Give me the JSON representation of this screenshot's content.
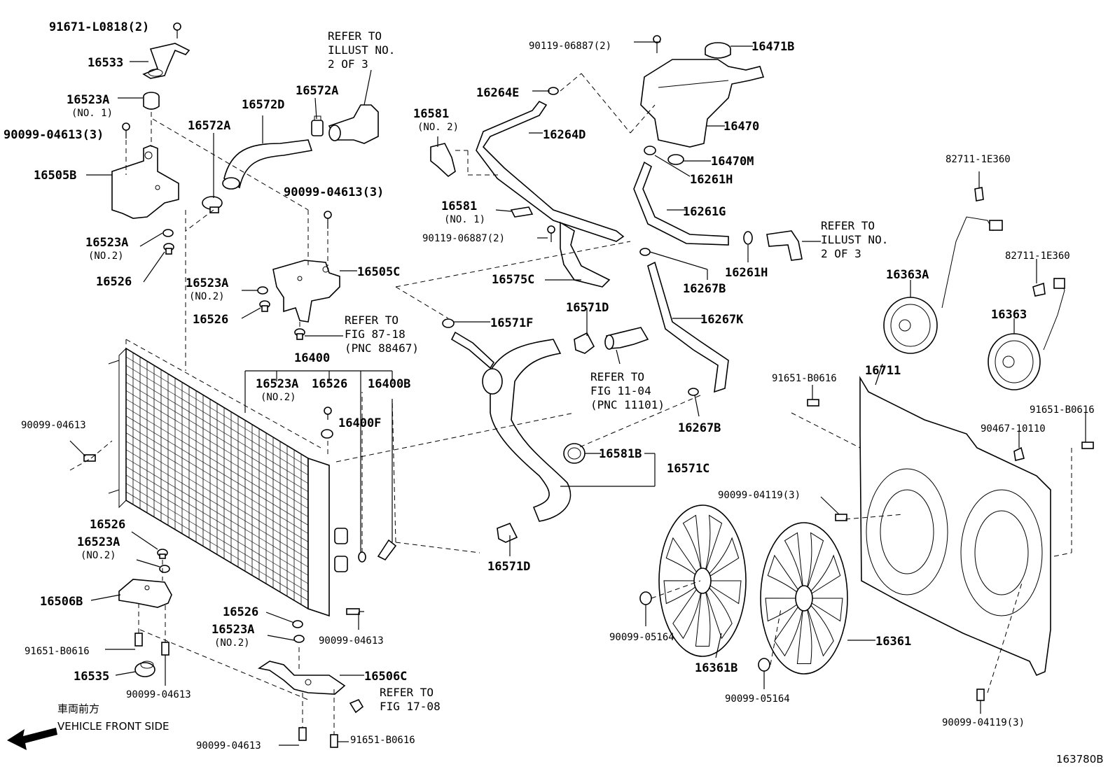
{
  "labels": {
    "p91671": "91671-L0818(2)",
    "p16533": "16533",
    "p16523A_1": "16523A",
    "no1_a": "(NO. 1)",
    "p90099_04613_3a": "90099-04613(3)",
    "p16505B": "16505B",
    "p16523A_2": "16523A",
    "no2_a": "(NO.2)",
    "p16526_a": "16526",
    "p16572A_a": "16572A",
    "p16572D": "16572D",
    "p16572A_b": "16572A",
    "refer1_l1": "REFER TO",
    "refer1_l2": "ILLUST NO.",
    "refer1_l3": "2 OF 3",
    "p90099_04613_3b": "90099-04613(3)",
    "p16505C": "16505C",
    "p16523A_3": "16523A",
    "no2_b": "(NO.2)",
    "p16526_b": "16526",
    "refer2_l1": "REFER TO",
    "refer2_l2": "FIG 87-18",
    "refer2_l3": "(PNC 88467)",
    "p16400": "16400",
    "p16523A_4": "16523A",
    "no2_c": "(NO.2)",
    "p16526_c": "16526",
    "p16400B": "16400B",
    "p16400F": "16400F",
    "p90099_04613_a": "90099-04613",
    "p16526_d": "16526",
    "p16523A_5": "16523A",
    "no2_d": "(NO.2)",
    "p16506B": "16506B",
    "p91651_a": "91651-B0616",
    "p16535": "16535",
    "p90099_04613_b": "90099-04613",
    "p16526_e": "16526",
    "p16523A_6": "16523A",
    "no2_e": "(NO.2)",
    "p90099_04613_c": "90099-04613",
    "p16506C": "16506C",
    "refer3_l1": "REFER TO",
    "refer3_l2": "FIG 17-08",
    "p90099_04613_d": "90099-04613",
    "p91651_b": "91651-B0616",
    "front_jp": "車両前方",
    "front_en": "VEHICLE FRONT SIDE",
    "p16581_2": "16581",
    "no2_f": "(NO. 2)",
    "p16264E": "16264E",
    "p16264D": "16264D",
    "p16581_1": "16581",
    "no1_b": "(NO. 1)",
    "p90119_a": "90119-06887(2)",
    "p90119_b": "90119-06887(2)",
    "p16575C": "16575C",
    "p16571F": "16571F",
    "p16571D_a": "16571D",
    "refer4_l1": "REFER TO",
    "refer4_l2": "FIG 11-04",
    "refer4_l3": "(PNC 11101)",
    "p16581B": "16581B",
    "p16571C": "16571C",
    "p16571D_b": "16571D",
    "p16471B": "16471B",
    "p16470": "16470",
    "p16470M": "16470M",
    "p16261H_a": "16261H",
    "p16261G": "16261G",
    "p16261H_b": "16261H",
    "refer5_l1": "REFER TO",
    "refer5_l2": "ILLUST NO.",
    "refer5_l3": "2 OF 3",
    "p16267B_a": "16267B",
    "p16267K": "16267K",
    "p16267B_b": "16267B",
    "p82711_a": "82711-1E360",
    "p82711_b": "82711-1E360",
    "p16363A": "16363A",
    "p16363": "16363",
    "p16711": "16711",
    "p91651_c": "91651-B0616",
    "p91651_d": "91651-B0616",
    "p90467": "90467-10110",
    "p90099_04119_a": "90099-04119(3)",
    "p90099_05164_a": "90099-05164",
    "p16361B": "16361B",
    "p16361": "16361",
    "p90099_05164_b": "90099-05164",
    "p90099_04119_b": "90099-04119(3)",
    "illust_code": "163780B"
  }
}
